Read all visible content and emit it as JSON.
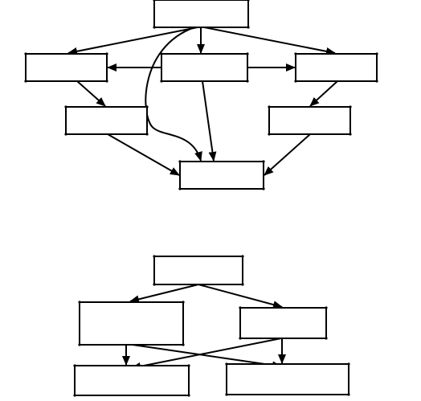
{
  "colors": {
    "background": "#ffffff",
    "stroke": "#000000",
    "node_fill": "#ffffff"
  },
  "diagrams": [
    {
      "nodes": [
        {
          "id": "d1-top",
          "label": ""
        },
        {
          "id": "d1-mid-left",
          "label": ""
        },
        {
          "id": "d1-mid-center",
          "label": ""
        },
        {
          "id": "d1-mid-right",
          "label": ""
        },
        {
          "id": "d1-low-left",
          "label": ""
        },
        {
          "id": "d1-low-right",
          "label": ""
        },
        {
          "id": "d1-bottom",
          "label": ""
        }
      ],
      "edges": [
        {
          "from": "d1-top",
          "to": "d1-mid-left"
        },
        {
          "from": "d1-top",
          "to": "d1-mid-center"
        },
        {
          "from": "d1-top",
          "to": "d1-mid-right"
        },
        {
          "from": "d1-mid-center",
          "to": "d1-mid-left"
        },
        {
          "from": "d1-mid-center",
          "to": "d1-mid-right"
        },
        {
          "from": "d1-mid-left",
          "to": "d1-low-left"
        },
        {
          "from": "d1-mid-right",
          "to": "d1-low-right"
        },
        {
          "from": "d1-top",
          "to": "d1-bottom",
          "style": "curved"
        },
        {
          "from": "d1-mid-center",
          "to": "d1-bottom"
        },
        {
          "from": "d1-low-left",
          "to": "d1-bottom"
        },
        {
          "from": "d1-low-right",
          "to": "d1-bottom"
        }
      ]
    },
    {
      "nodes": [
        {
          "id": "d2-top",
          "label": ""
        },
        {
          "id": "d2-mid-left",
          "label": ""
        },
        {
          "id": "d2-mid-right",
          "label": ""
        },
        {
          "id": "d2-bottom-left",
          "label": ""
        },
        {
          "id": "d2-bottom-right",
          "label": ""
        }
      ],
      "edges": [
        {
          "from": "d2-top",
          "to": "d2-mid-left"
        },
        {
          "from": "d2-top",
          "to": "d2-mid-right"
        },
        {
          "from": "d2-mid-left",
          "to": "d2-bottom-left"
        },
        {
          "from": "d2-mid-right",
          "to": "d2-bottom-right"
        },
        {
          "from": "d2-mid-left",
          "to": "d2-bottom-right"
        },
        {
          "from": "d2-mid-right",
          "to": "d2-bottom-left"
        }
      ]
    }
  ]
}
